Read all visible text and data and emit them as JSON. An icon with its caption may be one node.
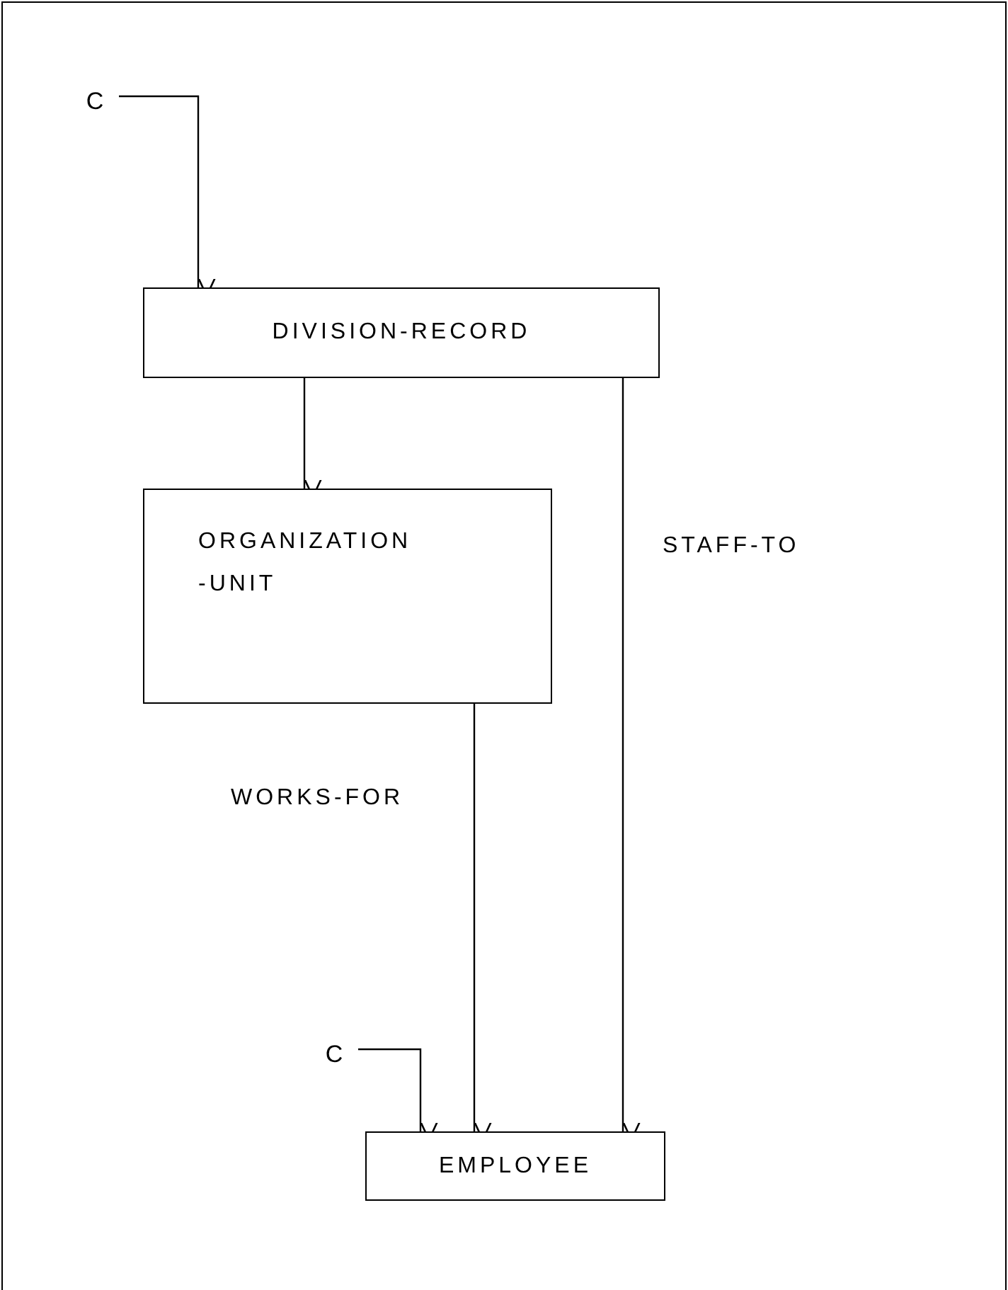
{
  "diagram": {
    "nodes": [
      {
        "text": [
          "C"
        ]
      },
      {
        "text": [
          "DIVISION-RECORD"
        ]
      },
      {
        "text": [
          "ORGANIZATION -UNIT"
        ]
      },
      {
        "text": [
          "C"
        ]
      },
      {
        "text": [
          "EMPLOYEE"
        ]
      }
    ],
    "edges": [
      {
        "from": 0,
        "to": 1,
        "arrow": "to"
      },
      {
        "from": 1,
        "to": 2,
        "arrow": "to"
      },
      {
        "from": 1,
        "to": 4,
        "arrow": "to",
        "label": "STAFF-TO"
      },
      {
        "from": 2,
        "to": 4,
        "arrow": "to",
        "label": "WORKS-FOR"
      },
      {
        "from": 3,
        "to": 4,
        "arrow": "to"
      }
    ]
  }
}
